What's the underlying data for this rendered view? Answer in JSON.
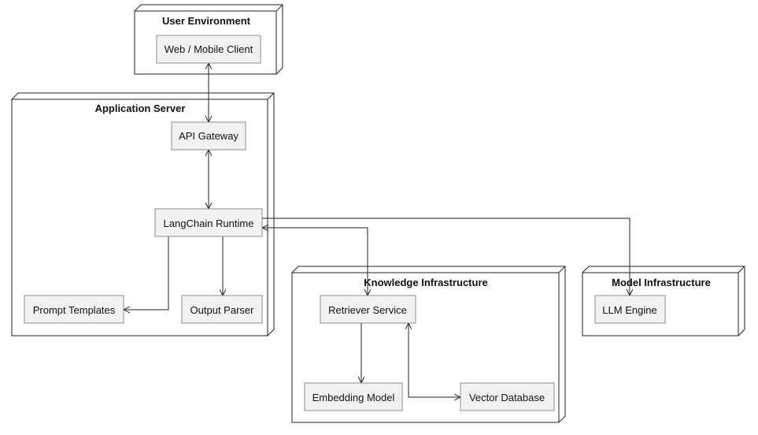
{
  "diagram": {
    "nodes": {
      "user_env": {
        "title": "User Environment"
      },
      "app_server": {
        "title": "Application Server"
      },
      "knowledge_infra": {
        "title": "Knowledge Infrastructure"
      },
      "model_infra": {
        "title": "Model Infrastructure"
      }
    },
    "components": {
      "web_client": {
        "label": "Web / Mobile Client"
      },
      "api_gateway": {
        "label": "API Gateway"
      },
      "langchain_runtime": {
        "label": "LangChain Runtime"
      },
      "prompt_templates": {
        "label": "Prompt Templates"
      },
      "output_parser": {
        "label": "Output Parser"
      },
      "retriever_service": {
        "label": "Retriever Service"
      },
      "embedding_model": {
        "label": "Embedding Model"
      },
      "vector_database": {
        "label": "Vector Database"
      },
      "llm_engine": {
        "label": "LLM Engine"
      }
    },
    "edges": [
      {
        "from": "web_client",
        "to": "api_gateway",
        "direction": "both"
      },
      {
        "from": "api_gateway",
        "to": "langchain_runtime",
        "direction": "both"
      },
      {
        "from": "langchain_runtime",
        "to": "prompt_templates",
        "direction": "forward"
      },
      {
        "from": "langchain_runtime",
        "to": "output_parser",
        "direction": "forward"
      },
      {
        "from": "langchain_runtime",
        "to": "retriever_service",
        "direction": "both"
      },
      {
        "from": "langchain_runtime",
        "to": "llm_engine",
        "direction": "forward"
      },
      {
        "from": "retriever_service",
        "to": "embedding_model",
        "direction": "forward"
      },
      {
        "from": "retriever_service",
        "to": "vector_database",
        "direction": "both"
      }
    ],
    "colors": {
      "line": "#222222",
      "component_fill": "#f2f2f2",
      "component_stroke": "#8c8c8c",
      "node_fill": "#ffffff",
      "node_stroke": "#222222"
    }
  }
}
